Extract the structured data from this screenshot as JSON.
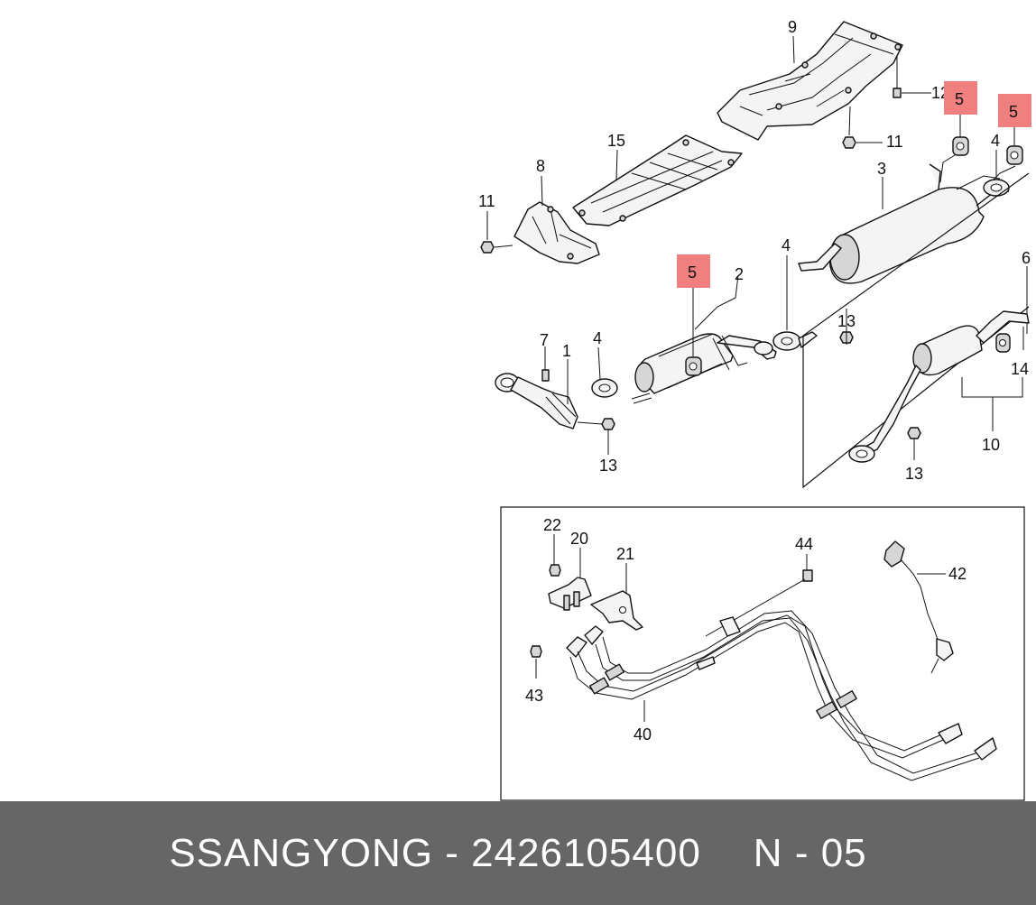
{
  "highlight_color": "#f08080",
  "callouts": {
    "c9": "9",
    "c12": "12",
    "c5a": "5",
    "c5b": "5",
    "c15": "15",
    "c11a": "11",
    "c8": "8",
    "c11b": "11",
    "c4a": "4",
    "c3": "3",
    "c5c": "5",
    "c2": "2",
    "c4b": "4",
    "c6": "6",
    "c13a": "13",
    "c7": "7",
    "c1": "1",
    "c4c": "4",
    "c14": "14",
    "c13b": "13",
    "c10": "10",
    "c13c": "13",
    "c22": "22",
    "c20": "20",
    "c21": "21",
    "c44": "44",
    "c42": "42",
    "c43": "43",
    "c40": "40"
  },
  "footer": {
    "brand": "SSANGYONG",
    "dash1": "-",
    "part_number": "2426105400",
    "ref_letter": "N",
    "dash2": "-",
    "ref_number": "05"
  }
}
